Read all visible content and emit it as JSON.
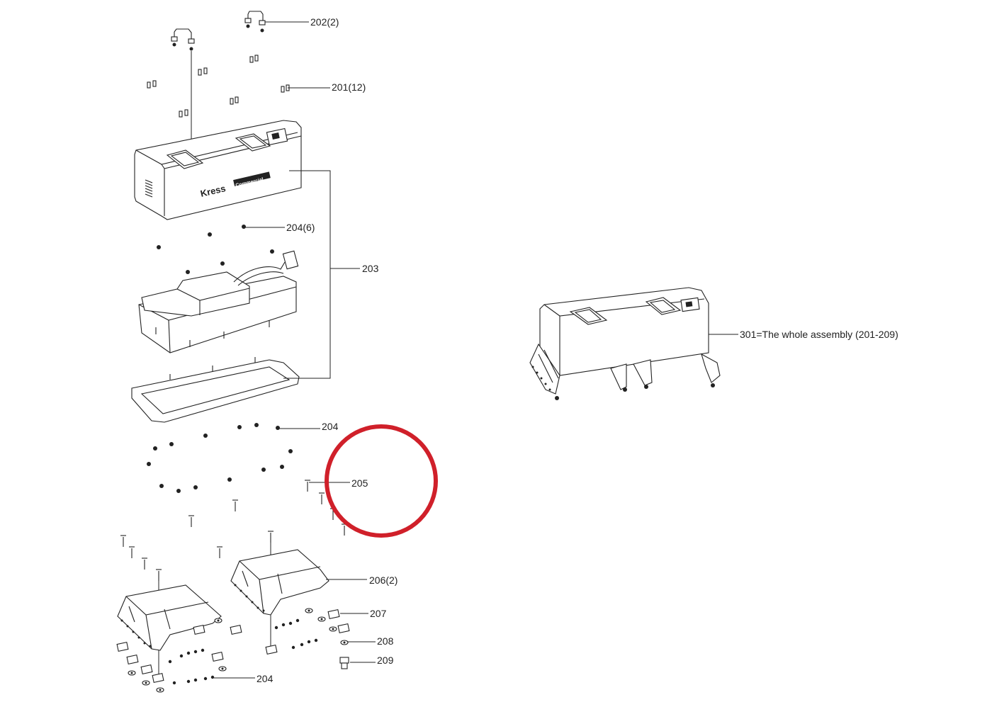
{
  "callouts": {
    "c202": "202(2)",
    "c201": "201(12)",
    "c204_6": "204(6)",
    "c203": "203",
    "c204_a": "204",
    "c205": "205",
    "c206": "206(2)",
    "c207": "207",
    "c208": "208",
    "c209": "209",
    "c204_b": "204",
    "c301": "301=The whole assembly (201-209)"
  },
  "brand_text": {
    "name": "Kress",
    "badge": "Commercial"
  },
  "highlight_color": "#d0202a"
}
